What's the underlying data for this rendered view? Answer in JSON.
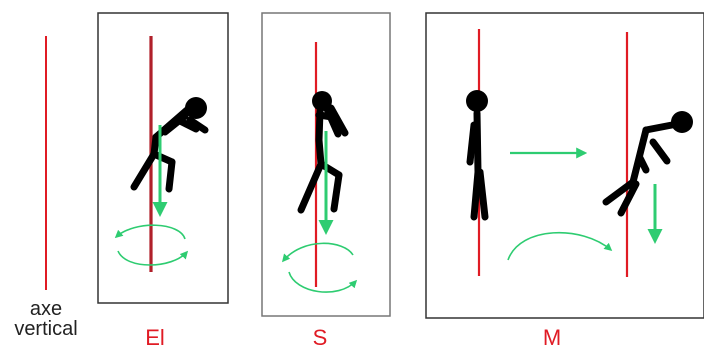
{
  "legend": {
    "line1": "axe",
    "line2": "vertical"
  },
  "panels": [
    {
      "id": "el",
      "label": "El"
    },
    {
      "id": "s",
      "label": "S"
    },
    {
      "id": "m",
      "label": "M"
    }
  ],
  "colors": {
    "axis_red": "#e01b24",
    "arrow_green": "#2ecc71",
    "figure_black": "#000000",
    "frame_dark": "#333333",
    "frame_light": "#777777",
    "text_dark": "#222222"
  }
}
